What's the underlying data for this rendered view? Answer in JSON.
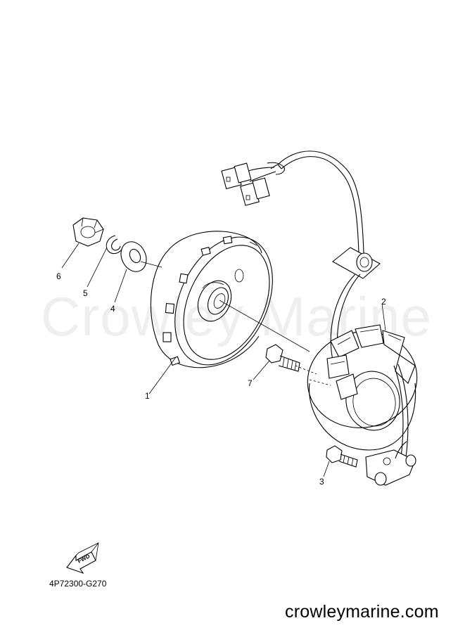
{
  "watermark": "Crowley Marine",
  "callouts": [
    "1",
    "2",
    "3",
    "4",
    "5",
    "6",
    "7"
  ],
  "fwd_label": "FWD",
  "diagram_code": "4P72300-G270",
  "site": "crowleymarine.com"
}
